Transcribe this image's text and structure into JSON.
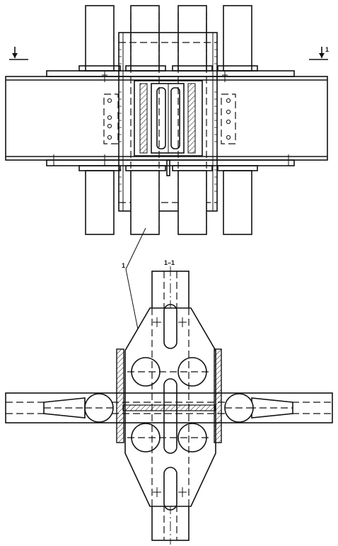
{
  "section_marker": "1",
  "section_title": "1–1",
  "callout_number": "1"
}
